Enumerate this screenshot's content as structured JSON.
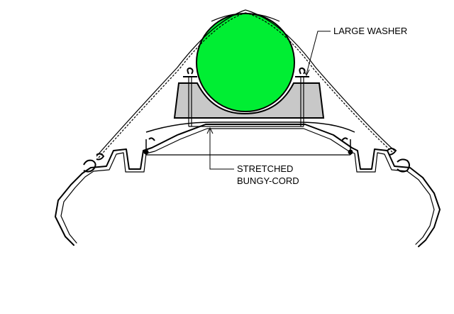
{
  "labels": {
    "washer": "LARGE WASHER",
    "bungy_line1": "STRETCHED",
    "bungy_line2": "BUNGY-CORD"
  },
  "colors": {
    "ball": "#00ee33",
    "cradle": "#c8c8c8",
    "ink": "#000000",
    "background": "#ffffff"
  }
}
